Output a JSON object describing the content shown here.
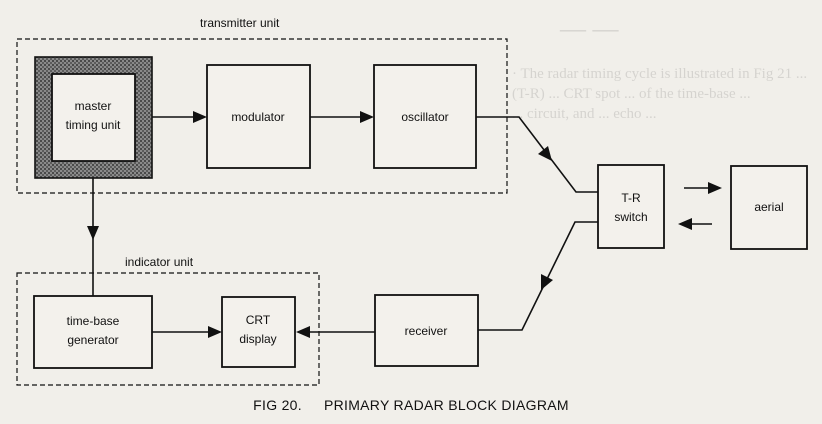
{
  "groups": {
    "transmitter": "transmitter unit",
    "indicator": "indicator unit"
  },
  "blocks": {
    "master_timing": [
      "master",
      "timing unit"
    ],
    "modulator": "modulator",
    "oscillator": "oscillator",
    "tr_switch": [
      "T-R",
      "switch"
    ],
    "aerial": "aerial",
    "receiver": "receiver",
    "crt": [
      "CRT",
      "display"
    ],
    "time_base": [
      "time-base",
      "generator"
    ]
  },
  "caption": {
    "number": "FIG 20.",
    "title": "PRIMARY RADAR BLOCK DIAGRAM"
  }
}
